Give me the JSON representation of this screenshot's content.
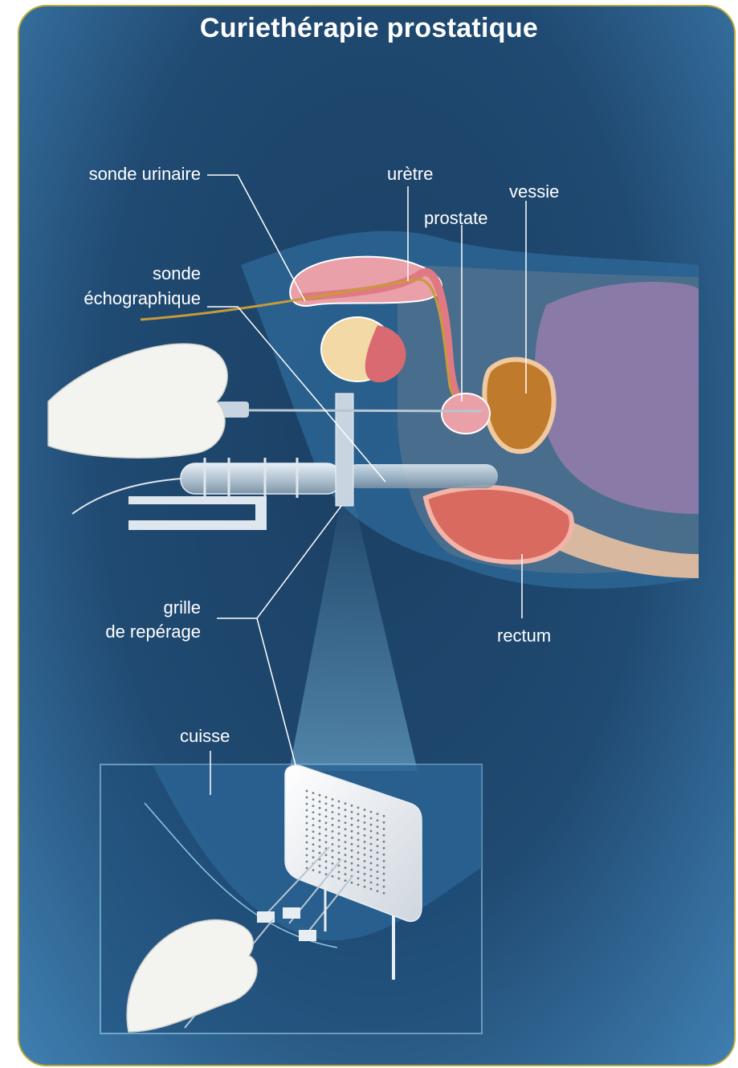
{
  "title": "Curiethérapie prostatique",
  "labels": {
    "sonde_urinaire": "sonde urinaire",
    "uretre": "urètre",
    "prostate": "prostate",
    "vessie": "vessie",
    "sonde_echo_line1": "sonde",
    "sonde_echo_line2": "échographique",
    "grille_line1": "grille",
    "grille_line2": "de repérage",
    "rectum": "rectum",
    "cuisse": "cuisse"
  },
  "colors": {
    "frame_border": "#b9a93a",
    "background_center": "#1b3f63",
    "background_edge": "#3f7fb1",
    "label_text": "#ffffff",
    "tissue_pink": "#e9a0a8",
    "bladder": "#c07a2c"
  }
}
